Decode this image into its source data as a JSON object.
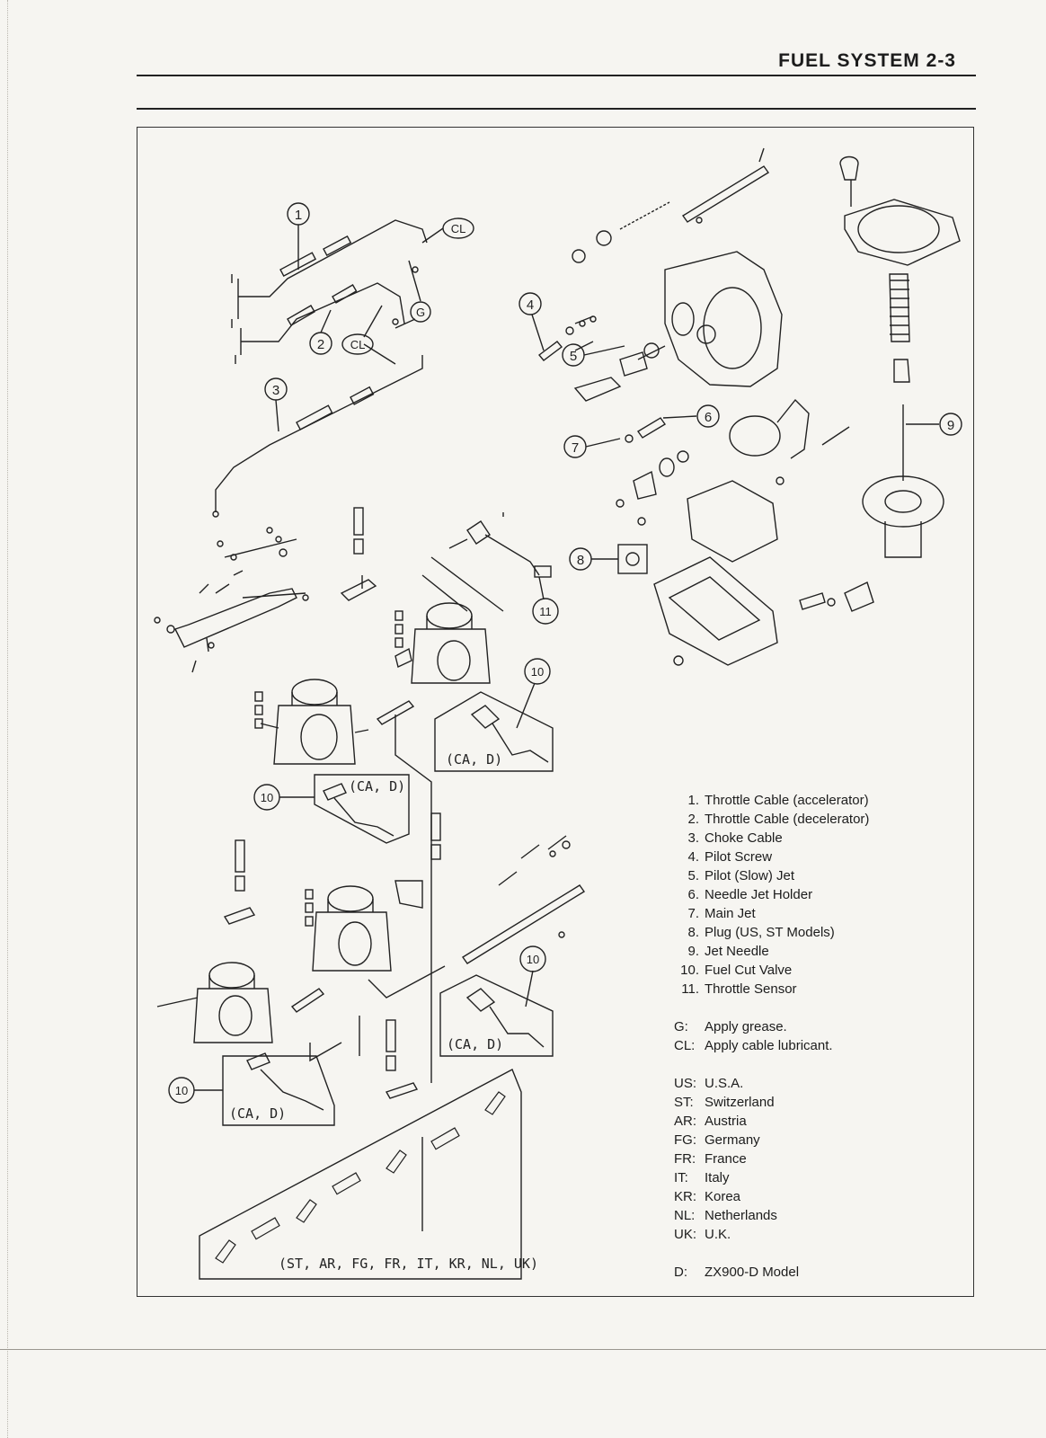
{
  "header": {
    "title": "FUEL SYSTEM 2-3"
  },
  "callouts": {
    "c1": "1",
    "c2": "2",
    "c3": "3",
    "c4": "4",
    "c5": "5",
    "c6": "6",
    "c7": "7",
    "c8": "8",
    "c9": "9",
    "c10": "10",
    "c11": "11",
    "cl": "CL",
    "g": "G"
  },
  "variant_labels": {
    "ca_d": "(CA, D)",
    "countries": "(ST, AR, FG, FR, IT, KR, NL, UK)"
  },
  "parts": [
    {
      "num": "1.",
      "label": "Throttle Cable (accelerator)"
    },
    {
      "num": "2.",
      "label": "Throttle Cable (decelerator)"
    },
    {
      "num": "3.",
      "label": "Choke Cable"
    },
    {
      "num": "4.",
      "label": "Pilot Screw"
    },
    {
      "num": "5.",
      "label": "Pilot (Slow) Jet"
    },
    {
      "num": "6.",
      "label": "Needle Jet Holder"
    },
    {
      "num": "7.",
      "label": "Main Jet"
    },
    {
      "num": "8.",
      "label": "Plug (US, ST Models)"
    },
    {
      "num": "9.",
      "label": "Jet Needle"
    },
    {
      "num": "10.",
      "label": "Fuel Cut Valve"
    },
    {
      "num": "11.",
      "label": "Throttle Sensor"
    }
  ],
  "notes": [
    {
      "key": "G:",
      "label": "Apply grease."
    },
    {
      "key": "CL:",
      "label": "Apply cable lubricant."
    }
  ],
  "regions": [
    {
      "key": "US:",
      "label": "U.S.A."
    },
    {
      "key": "ST:",
      "label": "Switzerland"
    },
    {
      "key": "AR:",
      "label": "Austria"
    },
    {
      "key": "FG:",
      "label": "Germany"
    },
    {
      "key": "FR:",
      "label": "France"
    },
    {
      "key": "IT:",
      "label": "Italy"
    },
    {
      "key": "KR:",
      "label": "Korea"
    },
    {
      "key": "NL:",
      "label": "Netherlands"
    },
    {
      "key": "UK:",
      "label": "U.K."
    }
  ],
  "model_note": {
    "key": "D:",
    "label": "ZX900-D Model"
  }
}
